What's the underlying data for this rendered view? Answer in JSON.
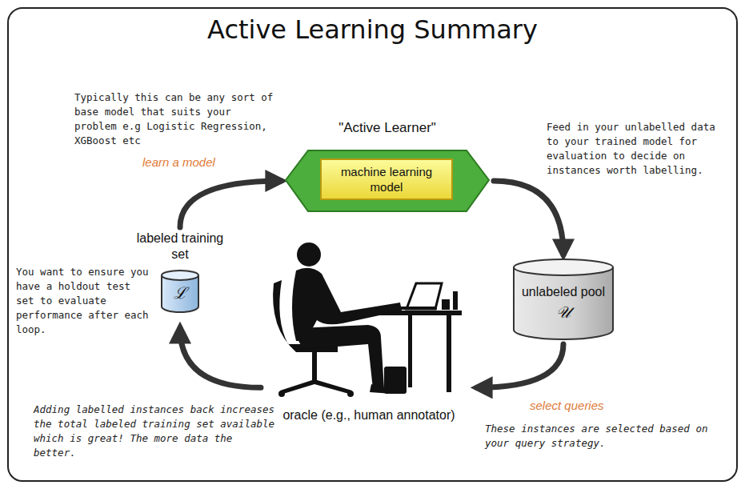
{
  "diagram": {
    "title": "Active Learning Summary",
    "nodes": [
      {
        "text": [
          "\"Active Learner\""
        ]
      },
      {
        "text": [
          "machine learning model"
        ],
        "in": 0
      },
      {
        "text": [
          "unlabeled pool",
          "𝒰"
        ]
      },
      {
        "text": [
          "labeled training set",
          "ℒ"
        ]
      },
      {
        "text": [
          "oracle (e.g., human annotator)"
        ]
      }
    ],
    "edges": [
      {
        "from": 3,
        "to": 0,
        "arrow": "to",
        "label": "learn a model"
      },
      {
        "from": 0,
        "to": 2,
        "arrow": "to"
      },
      {
        "from": 2,
        "to": 4,
        "arrow": "to",
        "label": "select queries"
      },
      {
        "from": 4,
        "to": 3,
        "arrow": "to"
      }
    ],
    "labels": [
      "Typically this can be any sort of base model that suits your problem e.g Logistic Regression, XGBoost etc",
      "Feed in your unlabelled data to your trained model for evaluation to decide on instances worth labelling.",
      "You want to ensure you have a holdout test set to evaluate performance after each loop.",
      "Adding labelled instances back increases the total labeled training set available which is great! The more data the better.",
      "These instances are selected based on your query strategy."
    ]
  }
}
